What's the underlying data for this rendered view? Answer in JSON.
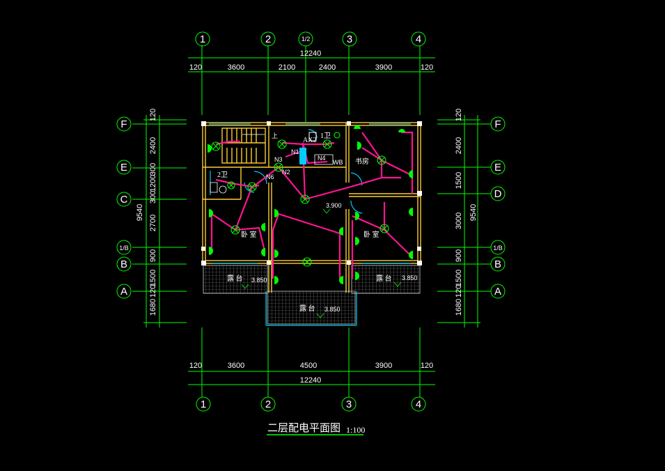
{
  "title": {
    "main": "二层配电平面图",
    "scale": "1:100"
  },
  "axes_top": [
    "1",
    "2",
    "1/2",
    "3",
    "4"
  ],
  "axes_bottom": [
    "1",
    "2",
    "3",
    "4"
  ],
  "axes_left": [
    "F",
    "E",
    "C",
    "1/B",
    "B",
    "A"
  ],
  "axes_right": [
    "F",
    "E",
    "D",
    "1/B",
    "B",
    "A"
  ],
  "dims_top": {
    "total": "12240",
    "edge_left": "120",
    "edge_right": "120",
    "segments": [
      "3600",
      "2100",
      "2400",
      "3900"
    ]
  },
  "dims_bottom": {
    "total": "12240",
    "edge_left": "120",
    "edge_right": "120",
    "segments": [
      "3600",
      "4500",
      "3900"
    ]
  },
  "dims_left": {
    "total": "9540",
    "segments": [
      "120",
      "2400",
      "300",
      "1200",
      "300",
      "2700",
      "900",
      "1500",
      "120",
      "1680"
    ]
  },
  "dims_right": {
    "total": "9540",
    "segments": [
      "120",
      "2400",
      "1500",
      "3000",
      "900",
      "1500",
      "120",
      "1680"
    ]
  },
  "rooms": {
    "study": "书房",
    "bedroom_left": "卧  室",
    "bedroom_right": "卧  室",
    "balcony_left": "露  台",
    "balcony_right": "露  台",
    "balcony_center": "露  台"
  },
  "elevations": {
    "hall": "3.900",
    "balcony_left": "3.850",
    "balcony_right": "3.850",
    "balcony_center": "3.850"
  },
  "labels": {
    "box": "AX2",
    "toilet1": "1卫",
    "toilet2": "2卫",
    "up": "上",
    "n1": "N1",
    "n2": "N2",
    "n3": "N3",
    "n4": "N4",
    "n6": "N6",
    "wb": "WB"
  }
}
